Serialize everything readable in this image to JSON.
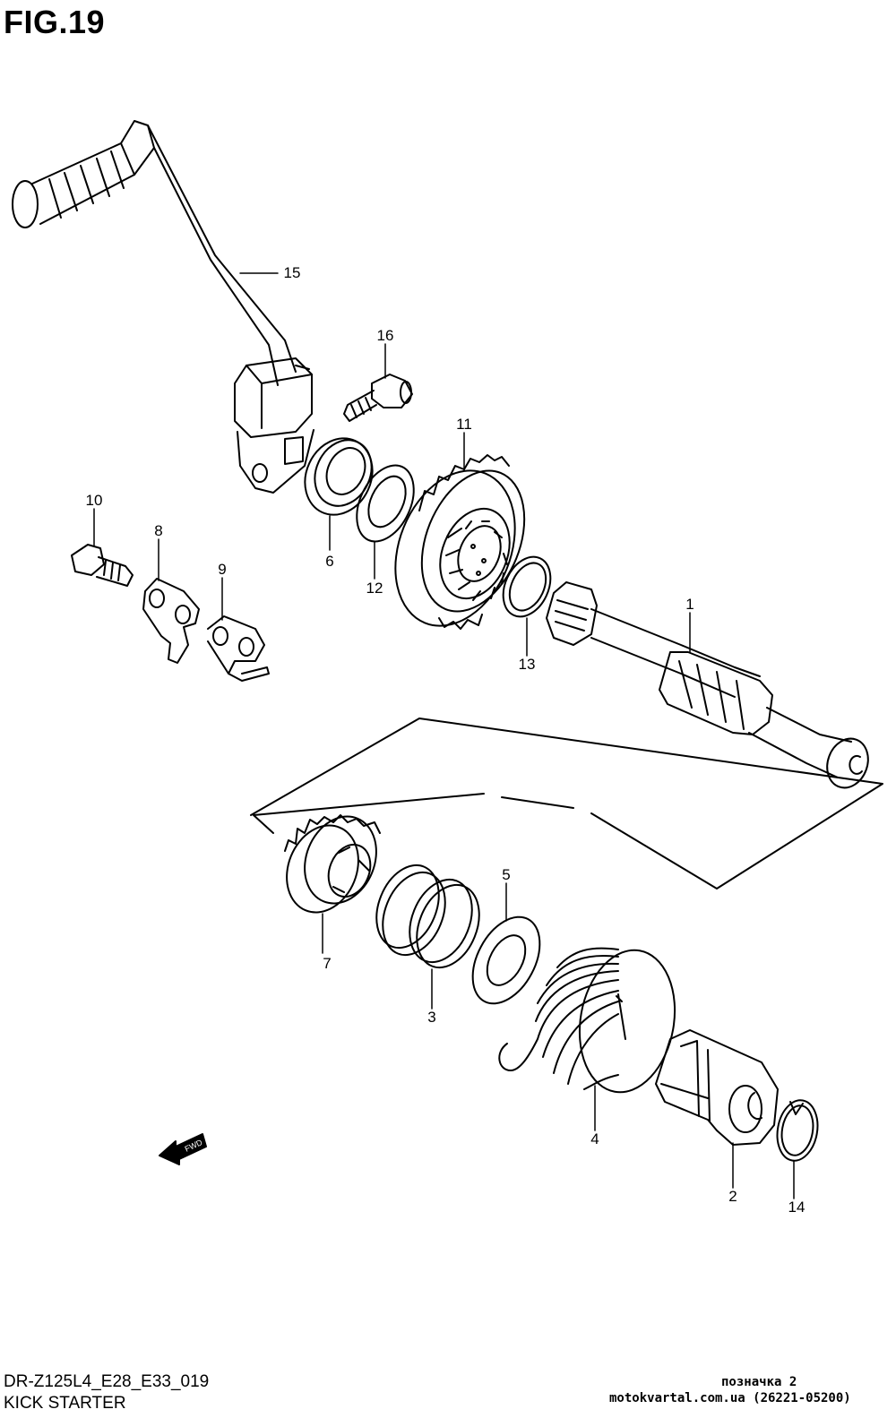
{
  "figure": {
    "title": "FIG.19"
  },
  "footer": {
    "model_code": "DR-Z125L4_E28_E33_019",
    "section_name": "KICK STARTER"
  },
  "watermark": {
    "line1": "позначка 2",
    "line2": "motokvartal.com.ua (26221-05200)"
  },
  "fwd_arrow": {
    "label": "FWD"
  },
  "callouts": [
    "1",
    "2",
    "3",
    "4",
    "5",
    "6",
    "7",
    "8",
    "9",
    "10",
    "11",
    "12",
    "13",
    "14",
    "15",
    "16"
  ]
}
